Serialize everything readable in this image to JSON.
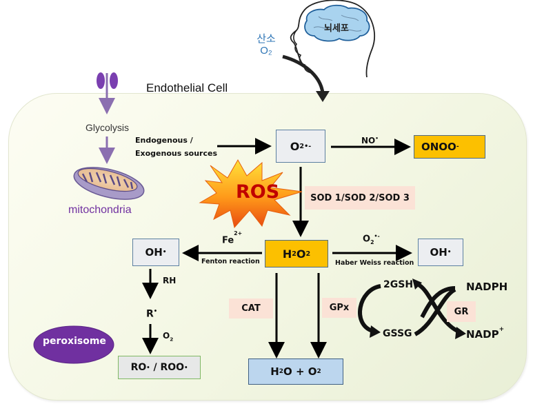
{
  "head": {
    "oxygen_korean": "산소",
    "oxygen_formula": "O₂",
    "brain_label": "뇌세포"
  },
  "cell_title": "Endothelial Cell",
  "left_panel": {
    "glycolysis": "Glycolysis",
    "mitochondria": "mitochondria",
    "peroxisome": "peroxisome"
  },
  "sources": {
    "line1": "Endogenous /",
    "line2": "Exogenous sources"
  },
  "ros_burst": "ROS",
  "nodes": {
    "superoxide": {
      "base": "O",
      "sub": "2",
      "sup": "•-"
    },
    "peroxynitrite": {
      "base": "ONOO",
      "sup": "-"
    },
    "h2o2": {
      "h": "H",
      "sub1": "2",
      "o": "O",
      "sub2": "2"
    },
    "oh_left": {
      "base": "OH",
      "sup": "•"
    },
    "oh_right": {
      "base": "OH",
      "sup": "•"
    },
    "r_radical": {
      "base": "R",
      "sup": "•"
    },
    "ro_roo": {
      "a": "RO",
      "sup1": "•",
      "mid": "/ ROO",
      "sup2": "•"
    },
    "water_oxygen": {
      "h": "H",
      "sub1": "2",
      "mid": "O + O",
      "sub2": "2"
    }
  },
  "edge_labels": {
    "no_radical": {
      "base": "NO",
      "sup": "•"
    },
    "fe2": {
      "base": "Fe",
      "sup": "2+"
    },
    "fenton": "Fenton reaction",
    "haber_o2": {
      "base": "O",
      "sub": "2",
      "sup": "•-"
    },
    "haber_weiss": "Haber Weiss reaction",
    "rh": "RH",
    "o2": {
      "base": "O",
      "sub": "2"
    }
  },
  "enzymes": {
    "sod": "SOD 1/SOD 2/SOD 3",
    "cat": "CAT",
    "gpx": "GPx",
    "gr": "GR"
  },
  "glutathione_cycle": {
    "gsh": "2GSH",
    "gssg": "GSSG",
    "nadph": "NADPH",
    "nadp": {
      "base": "NADP",
      "sup": "+"
    }
  },
  "colors": {
    "gold": "#fcc000",
    "purple": "#7030a0",
    "enzyme_bg": "#fbe2d6",
    "product_blue": "#bcd6ee",
    "ros_red": "#c00000",
    "head_blue": "#2e75b6"
  }
}
